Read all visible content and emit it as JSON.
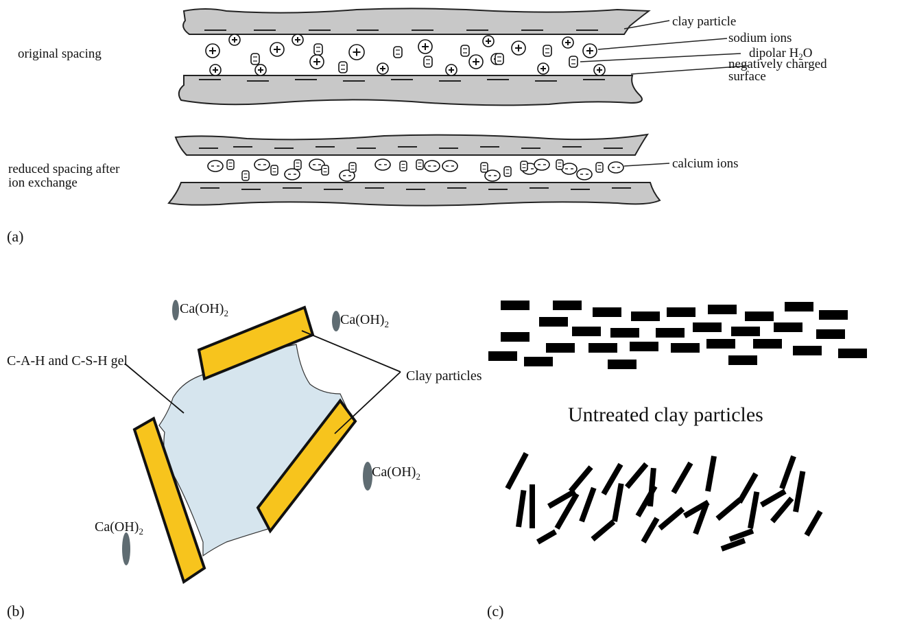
{
  "panel_a": {
    "label": "(a)",
    "original_spacing": "original spacing",
    "reduced_spacing_line1": "reduced spacing after",
    "reduced_spacing_line2": "ion exchange",
    "clay_particle": "clay particle",
    "sodium_ions": "sodium ions",
    "dipolar_h2o_prefix": "dipolar H",
    "dipolar_h2o_sub": "2",
    "dipolar_h2o_suffix": "O",
    "neg_surface_line1": "negatively charged",
    "neg_surface_line2": "surface",
    "calcium_ions": "calcium ions"
  },
  "panel_b": {
    "label": "(b)",
    "gel": "C-A-H and C-S-H gel",
    "clay_particles": "Clay particles",
    "caoh_prefix": "Ca(OH)",
    "caoh_sub": "2"
  },
  "panel_c": {
    "label": "(c)",
    "untreated": "Untreated clay particles"
  },
  "colors": {
    "clay_gray": "#c8c8c8",
    "clay_yellow": "#f7c41d",
    "gel_blue": "#d6e5ee",
    "caoh_blob": "#5f6c72"
  }
}
